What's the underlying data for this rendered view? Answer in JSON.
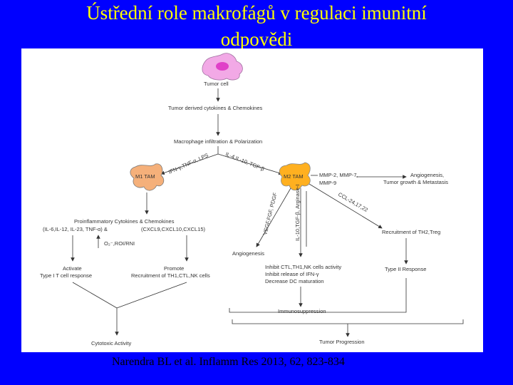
{
  "title": {
    "line1": "Ústřední role makrofágů v regulaci imunitní",
    "line2": "odpovědi"
  },
  "citation": "Narendra BL et al. Inflamm Res 2013, 62, 823-834",
  "colors": {
    "background": "#0000ff",
    "title": "#ffff00",
    "tumor_cell": "#f2a9e6",
    "tumor_nucleus": "#e040c8",
    "m1_tam": "#f5b07a",
    "m2_tam": "#ffb020",
    "arrow": "#333333"
  },
  "diagram": {
    "tumor_cell": "Tumor cell",
    "derived": "Tumor derived cytokines & Chemokines",
    "infiltration": "Macrophage infiltration & Polarization",
    "m1_label": "M1 TAM",
    "m2_label": "M2 TAM",
    "m1_stim": "IFN-γ,TNF-α, LPS",
    "m2_stim": "IL-4,IL-10, TGF-β",
    "mmp_line1": "MMP-2, MMP-7,",
    "mmp_line2": "MMP-9",
    "angio_line1": "Angiogenesis,",
    "angio_line2": "Tumor growth & Metastasis",
    "ccl": "CCL-24,17,22",
    "proinf_line1": "Proinflammatory Cytokines & Chemokines",
    "proinf_line2a": "(IL-6,IL-12, IL-23, TNF-α) &",
    "proinf_line2b": "(CXCL9,CXCL10,CXCL15)",
    "ros": "O₂⁻,ROI/RNI",
    "vegf": "VEGF,FGF, PDGF",
    "il10": "IL-10,TGF-β, Arginase-I",
    "recruit_th2": "Recruitment of TH2,Treg",
    "angiogenesis": "Angiogenesis",
    "inhibit1": "Inhibit CTL,TH1,NK cells activity",
    "inhibit2": "Inhibit release of IFN-γ",
    "inhibit3": "Decrease DC maturation",
    "activate1": "Activate",
    "activate2": "Type I T cell response",
    "promote1": "Promote",
    "promote2": "Recruitment of TH1,CTL,NK cells",
    "type2": "Type II Response",
    "immuno": "Immunosuppression",
    "progression": "Tumor Progression",
    "cytotoxic": "Cytotoxic Activity"
  }
}
